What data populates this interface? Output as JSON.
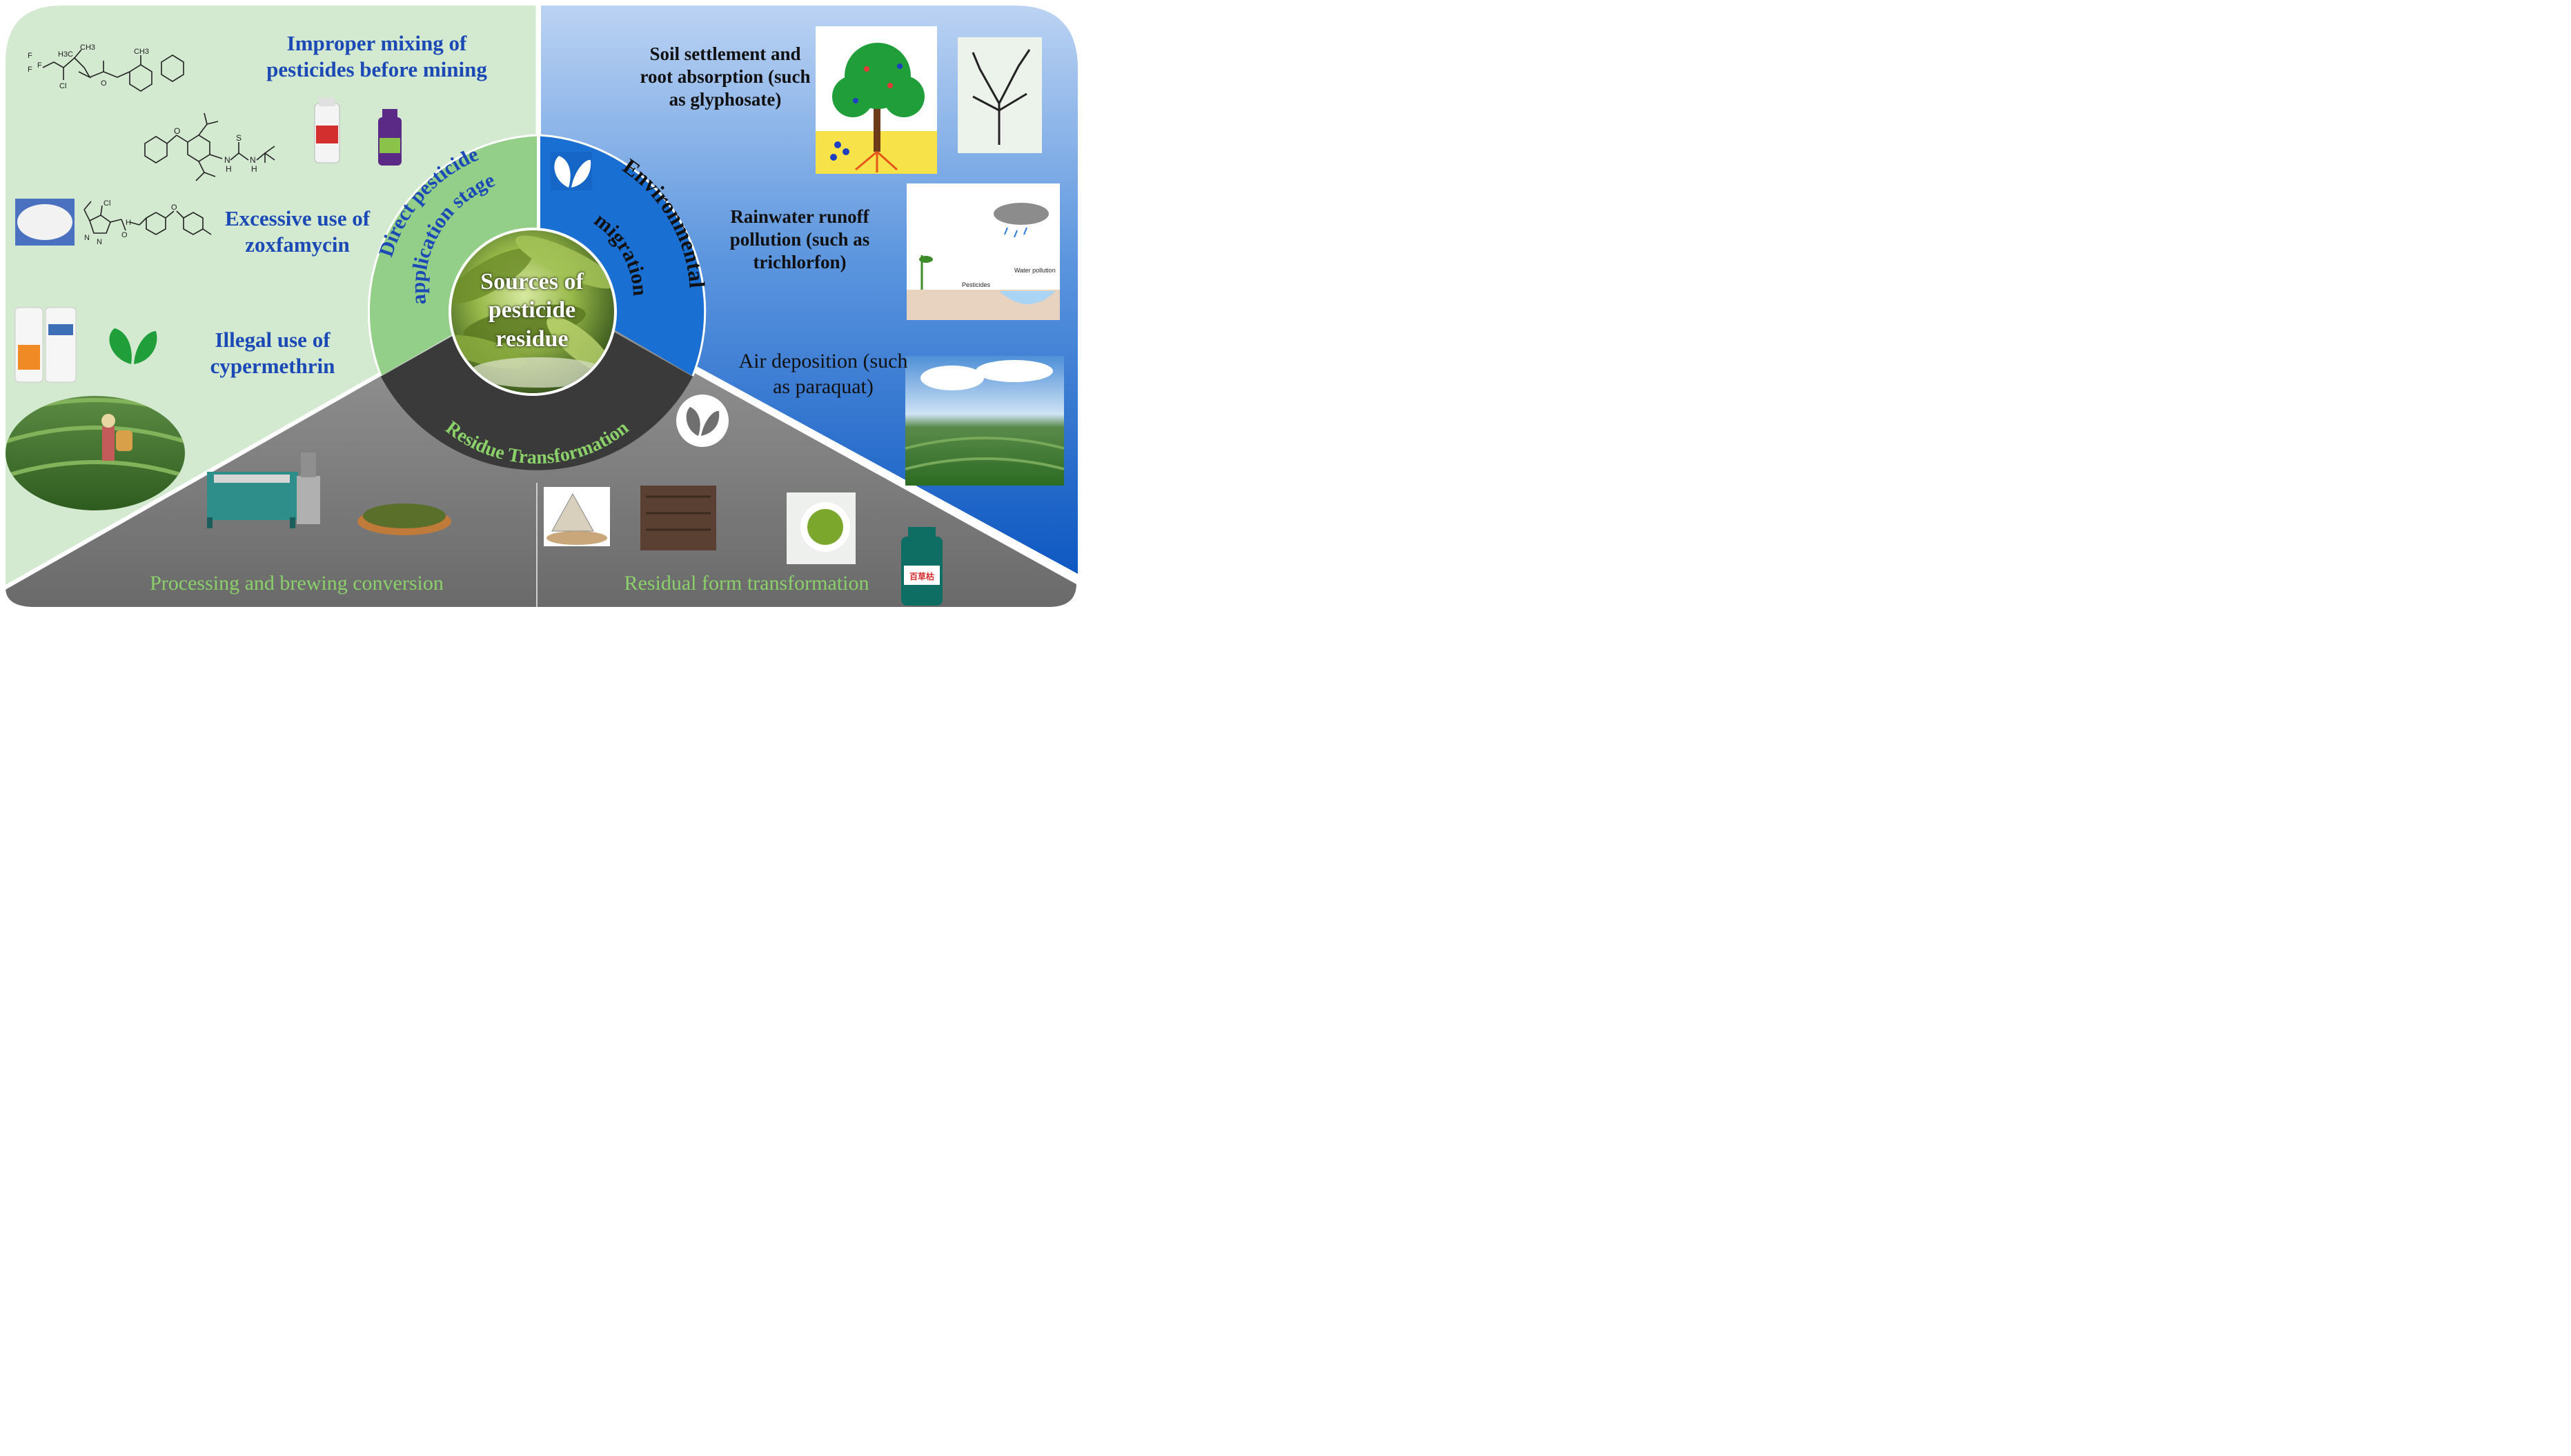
{
  "center": {
    "title": "Sources of pesticide residue"
  },
  "left": {
    "arc_label": "Direct pesticide application stage",
    "items": [
      {
        "text": "Improper mixing of pesticides before mining"
      },
      {
        "text": "Excessive use of zoxfamycin"
      },
      {
        "text": "Illegal use of cypermethrin"
      }
    ],
    "structures": {
      "s1": {
        "f1": "F",
        "f2": "F",
        "f3": "F",
        "cl": "Cl",
        "me1": "H3C",
        "me2": "CH3",
        "o": "O",
        "ch3": "CH3"
      },
      "s2": {
        "o": "O",
        "s": "S",
        "nh1": "N",
        "h1": "H",
        "nh2": "N",
        "h2": "H"
      },
      "s3": {
        "cl": "Cl",
        "n1": "N",
        "n2": "N",
        "h": "H",
        "o": "O",
        "o2": "O"
      }
    }
  },
  "right": {
    "arc_label_1": "Environmental",
    "arc_label_2": "migration",
    "items": [
      {
        "text": "Soil settlement and root absorption (such as glyphosate)"
      },
      {
        "text": "Rainwater runoff pollution (such as trichlorfon)"
      },
      {
        "text": "Air deposition (such as paraquat)"
      }
    ],
    "rain_panel": {
      "pesticides": "Pesticides",
      "water_pollution": "Water pollution"
    }
  },
  "bottom": {
    "arc_label": "Residue Transformation",
    "left_caption": "Processing and brewing conversion",
    "right_caption": "Residual form transformation",
    "bottle_label": "百草枯"
  },
  "colors": {
    "left_panel": "#d3ead0",
    "right_panel_light": "#a9c7ee",
    "right_panel_dark": "#1566c7",
    "bottom_panel": "#7b7b7b",
    "ring_green": "#93cf88",
    "ring_blue": "#1a6fd3",
    "ring_dark": "#3a3a3a",
    "accent_green": "#8bd16a",
    "heading_blue": "#1b49b5"
  }
}
